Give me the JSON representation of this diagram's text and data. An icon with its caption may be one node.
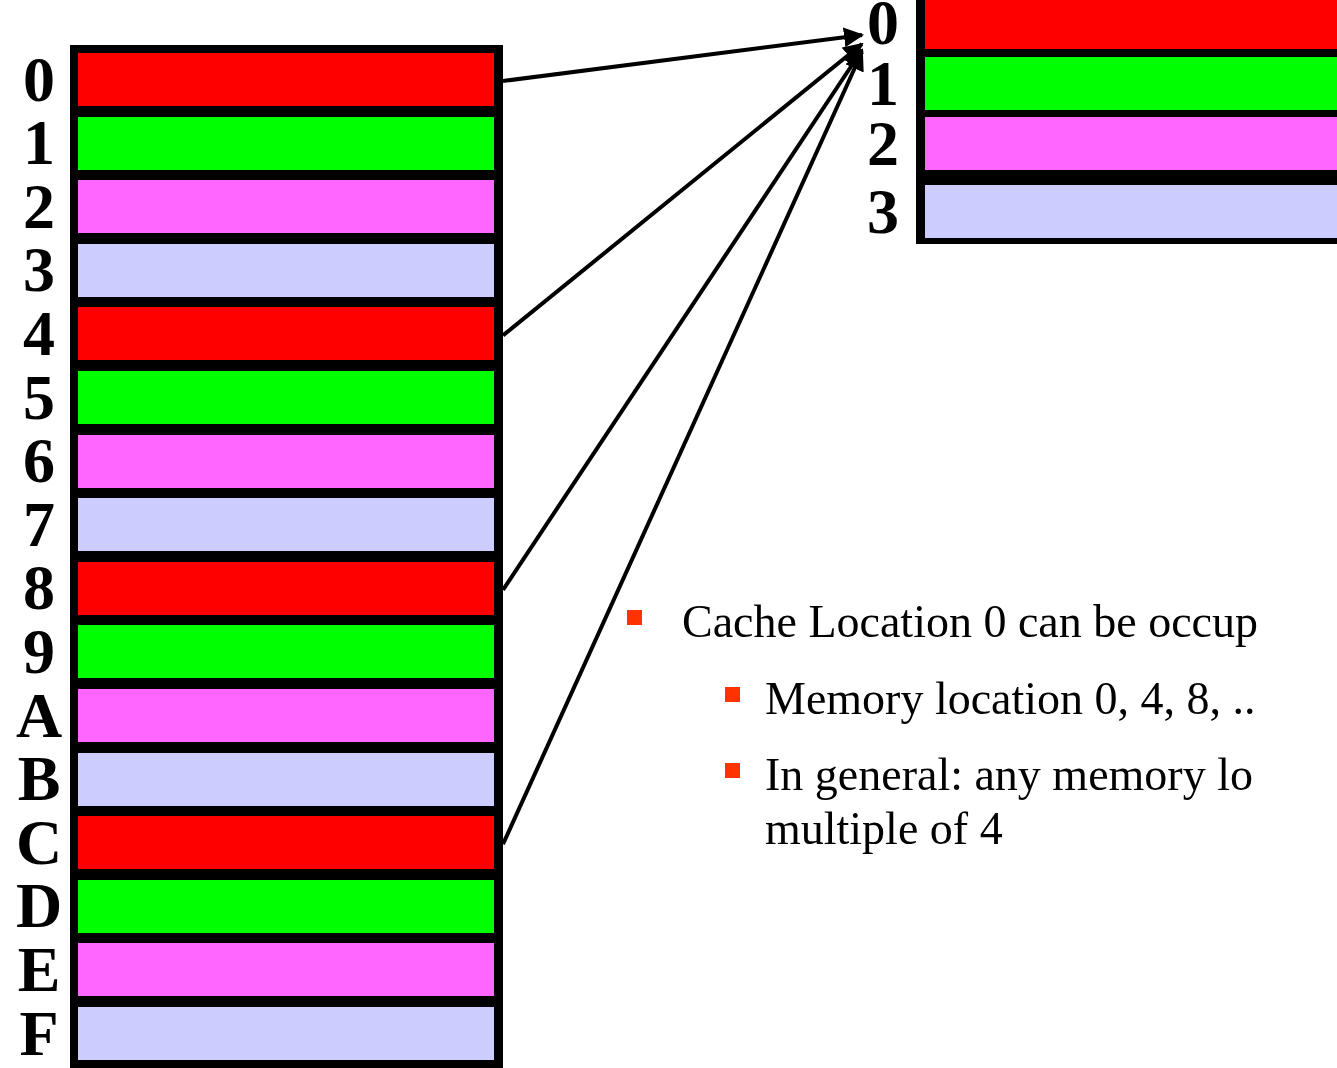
{
  "diagram": {
    "nodes": [
      {
        "text": [],
        "shape": "bar",
        "beside": [
          "0"
        ]
      },
      {
        "text": [],
        "shape": "bar",
        "beside": [
          "1"
        ]
      },
      {
        "text": [],
        "shape": "bar",
        "beside": [
          "2"
        ]
      },
      {
        "text": [],
        "shape": "bar",
        "beside": [
          "3"
        ]
      },
      {
        "text": [],
        "shape": "bar",
        "beside": [
          "4"
        ]
      },
      {
        "text": [],
        "shape": "bar",
        "beside": [
          "5"
        ]
      },
      {
        "text": [],
        "shape": "bar",
        "beside": [
          "6"
        ]
      },
      {
        "text": [],
        "shape": "bar",
        "beside": [
          "7"
        ]
      },
      {
        "text": [],
        "shape": "bar",
        "beside": [
          "8"
        ]
      },
      {
        "text": [],
        "shape": "bar",
        "beside": [
          "9"
        ]
      },
      {
        "text": [],
        "shape": "bar",
        "beside": [
          "A"
        ]
      },
      {
        "text": [],
        "shape": "bar",
        "beside": [
          "B"
        ]
      },
      {
        "text": [],
        "shape": "bar",
        "beside": [
          "C"
        ]
      },
      {
        "text": [],
        "shape": "bar",
        "beside": [
          "D"
        ]
      },
      {
        "text": [],
        "shape": "bar",
        "beside": [
          "E"
        ]
      },
      {
        "text": [],
        "shape": "bar",
        "beside": [
          "F"
        ]
      },
      {
        "text": [],
        "shape": "bar",
        "beside": [
          "0"
        ]
      },
      {
        "text": [],
        "shape": "bar",
        "beside": [
          "1"
        ]
      },
      {
        "text": [],
        "shape": "bar",
        "beside": [
          "2"
        ]
      },
      {
        "text": [],
        "shape": "bar",
        "beside": [
          "3"
        ]
      }
    ],
    "edges": [
      {
        "from": 0,
        "to": 16,
        "arrow": "to"
      },
      {
        "from": 4,
        "to": 16,
        "arrow": "to"
      },
      {
        "from": 8,
        "to": 16,
        "arrow": "to"
      },
      {
        "from": 12,
        "to": 16,
        "arrow": "to"
      }
    ],
    "labels": [
      "Cache Location 0 can be occup",
      "Memory location 0, 4, 8, ..",
      "In general: any memory lo multiple of 4"
    ]
  }
}
